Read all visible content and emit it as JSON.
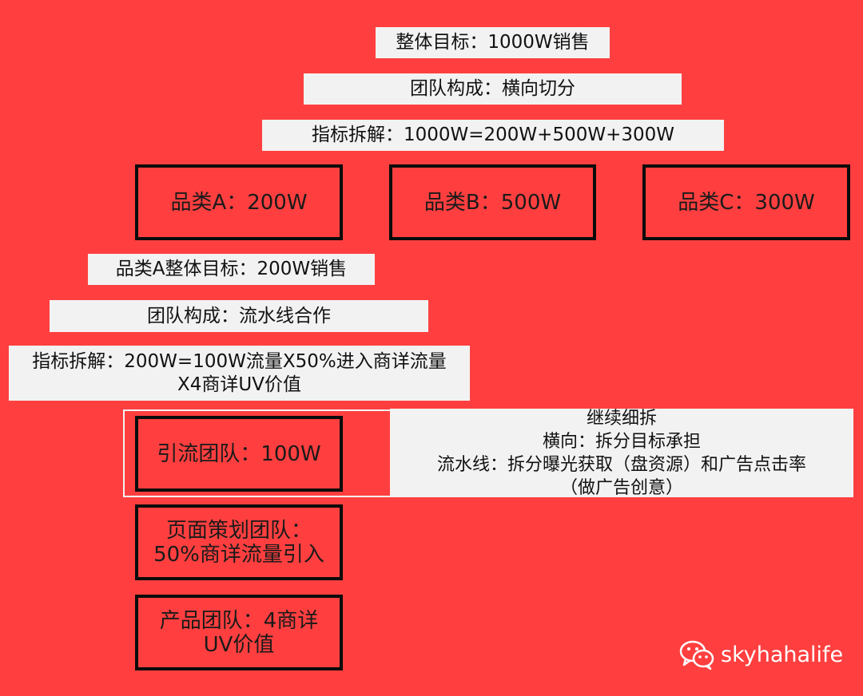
{
  "header": {
    "overall_goal": "整体目标：1000W销售",
    "team_structure": "团队构成：横向切分",
    "metric_breakdown": "指标拆解：1000W=200W+500W+300W"
  },
  "categories": [
    {
      "label": "品类A：200W"
    },
    {
      "label": "品类B：500W"
    },
    {
      "label": "品类C：300W"
    }
  ],
  "category_a": {
    "goal": "品类A整体目标：200W销售",
    "team_structure": "团队构成：流水线合作",
    "metric_breakdown": "指标拆解：200W=100W流量X50%进入商详流量\nX4商详UV价值"
  },
  "teams": [
    {
      "label": "引流团队：100W"
    },
    {
      "label": "页面策划团队：\n50%商详流量引入"
    },
    {
      "label": "产品团队：4商详\nUV价值"
    }
  ],
  "note": {
    "text": "继续细拆\n横向：拆分目标承担\n流水线：拆分曝光获取（盘资源）和广告点击率\n（做广告创意）"
  },
  "watermark": {
    "icon": "wechat-icon",
    "text": "skyhahalife"
  }
}
